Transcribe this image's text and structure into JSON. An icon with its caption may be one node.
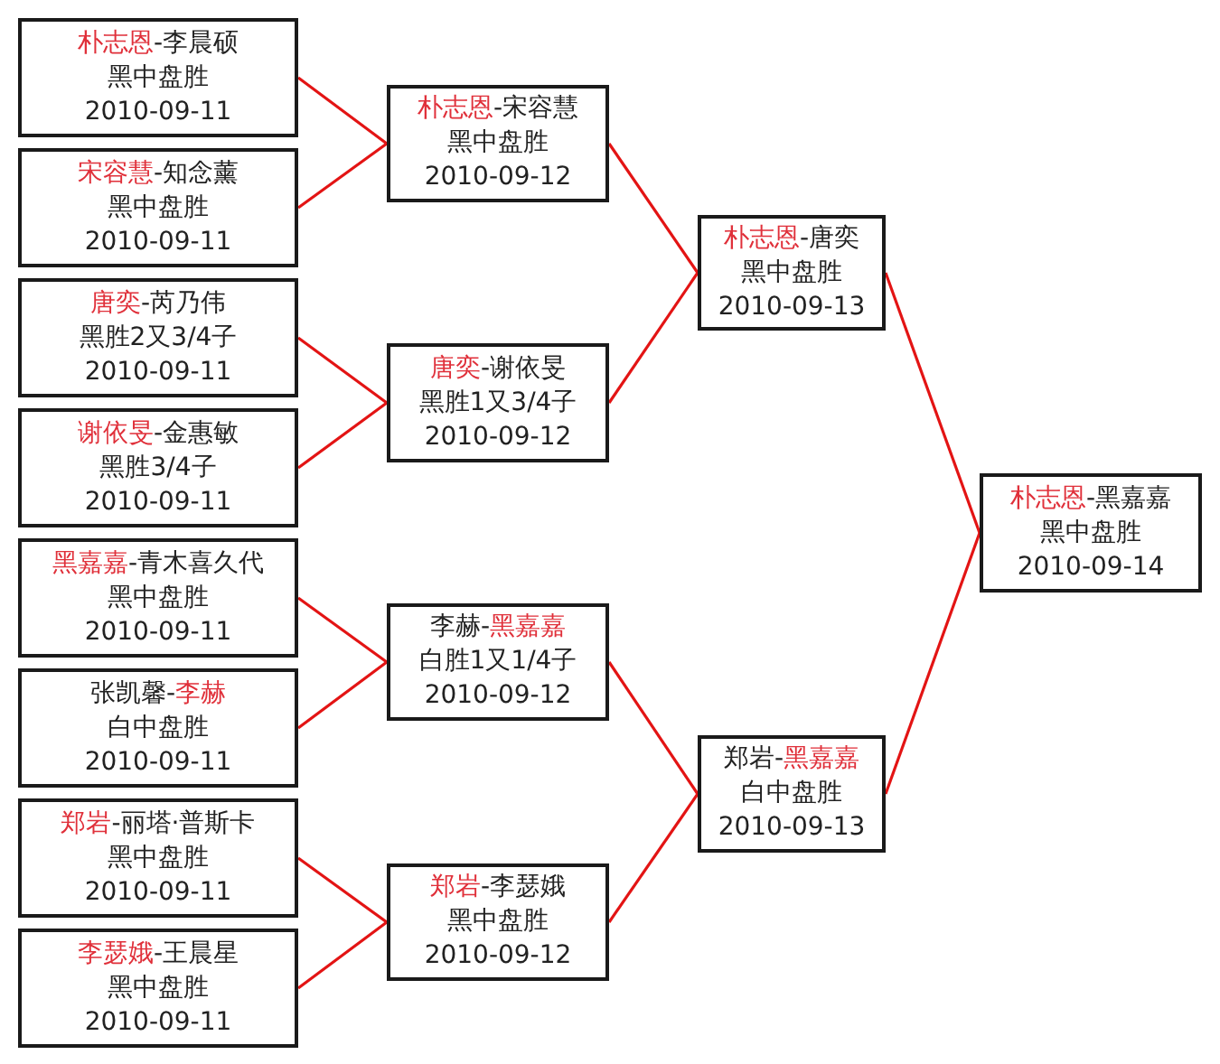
{
  "diagram": {
    "nodes": [
      {
        "text": [
          "**朴志恩**-李晨硕",
          "黑中盘胜",
          "2010-09-11"
        ]
      },
      {
        "text": [
          "**宋容慧**-知念薰",
          "黑中盘胜",
          "2010-09-11"
        ]
      },
      {
        "text": [
          "**唐奕**-芮乃伟",
          "黑胜2又3/4子",
          "2010-09-11"
        ]
      },
      {
        "text": [
          "**谢依旻**-金惠敏",
          "黑胜3/4子",
          "2010-09-11"
        ]
      },
      {
        "text": [
          "**黑嘉嘉**-青木喜久代",
          "黑中盘胜",
          "2010-09-11"
        ]
      },
      {
        "text": [
          "张凯馨-**李赫**",
          "白中盘胜",
          "2010-09-11"
        ]
      },
      {
        "text": [
          "**郑岩**-丽塔·普斯卡",
          "黑中盘胜",
          "2010-09-11"
        ]
      },
      {
        "text": [
          "**李瑟娥**-王晨星",
          "黑中盘胜",
          "2010-09-11"
        ]
      },
      {
        "text": [
          "**朴志恩**-宋容慧",
          "黑中盘胜",
          "2010-09-12"
        ]
      },
      {
        "text": [
          "**唐奕**-谢依旻",
          "黑胜1又3/4子",
          "2010-09-12"
        ]
      },
      {
        "text": [
          "李赫-**黑嘉嘉**",
          "白胜1又1/4子",
          "2010-09-12"
        ]
      },
      {
        "text": [
          "**郑岩**-李瑟娥",
          "黑中盘胜",
          "2010-09-12"
        ]
      },
      {
        "text": [
          "**朴志恩**-唐奕",
          "黑中盘胜",
          "2010-09-13"
        ]
      },
      {
        "text": [
          "郑岩-**黑嘉嘉**",
          "白中盘胜",
          "2010-09-13"
        ]
      },
      {
        "text": [
          "**朴志恩**-黑嘉嘉",
          "黑中盘胜",
          "2010-09-14"
        ]
      }
    ],
    "edges": [
      {
        "from": 0,
        "to": 8,
        "arrow": "none"
      },
      {
        "from": 1,
        "to": 8,
        "arrow": "none"
      },
      {
        "from": 2,
        "to": 9,
        "arrow": "none"
      },
      {
        "from": 3,
        "to": 9,
        "arrow": "none"
      },
      {
        "from": 4,
        "to": 10,
        "arrow": "none"
      },
      {
        "from": 5,
        "to": 10,
        "arrow": "none"
      },
      {
        "from": 6,
        "to": 11,
        "arrow": "none"
      },
      {
        "from": 7,
        "to": 11,
        "arrow": "none"
      },
      {
        "from": 8,
        "to": 12,
        "arrow": "none"
      },
      {
        "from": 9,
        "to": 12,
        "arrow": "none"
      },
      {
        "from": 10,
        "to": 13,
        "arrow": "none"
      },
      {
        "from": 11,
        "to": 13,
        "arrow": "none"
      },
      {
        "from": 12,
        "to": 14,
        "arrow": "none"
      },
      {
        "from": 13,
        "to": 14,
        "arrow": "none"
      }
    ]
  }
}
